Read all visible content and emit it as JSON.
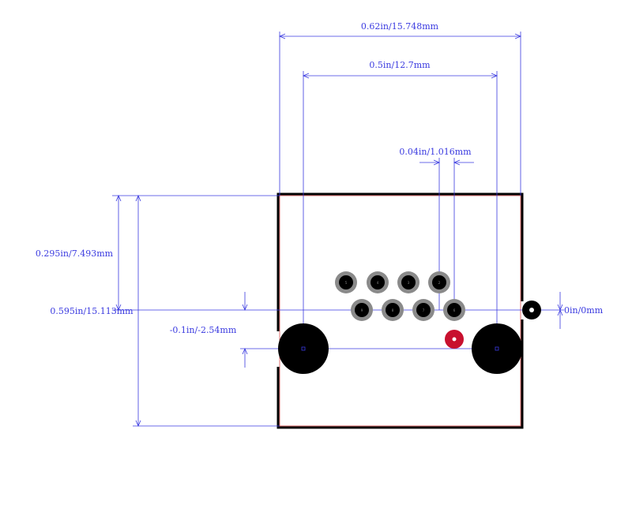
{
  "dimensions": {
    "overall_width": "0.62in/15.748mm",
    "mount_spacing": "0.5in/12.7mm",
    "pin_pitch": "0.04in/1.016mm",
    "pin_row_depth": "0.295in/7.493mm",
    "overall_depth": "0.595in/15.113mm",
    "mount_offset": "-0.1in/-2.54mm",
    "origin_offset": "0in/0mm"
  },
  "colors": {
    "background": "#ffffff",
    "dimension": "#3a3ae0",
    "outline": "#000000",
    "courtyard": "#e07070",
    "pad_ring": "#8a8a8a",
    "pad_hole": "#000000",
    "mount_hole": "#000000",
    "marker": "#c8102e"
  },
  "footprint": {
    "top_row_pins": [
      "5",
      "4",
      "3",
      "2"
    ],
    "bottom_row_pins": [
      "9",
      "8",
      "7",
      "6"
    ]
  }
}
